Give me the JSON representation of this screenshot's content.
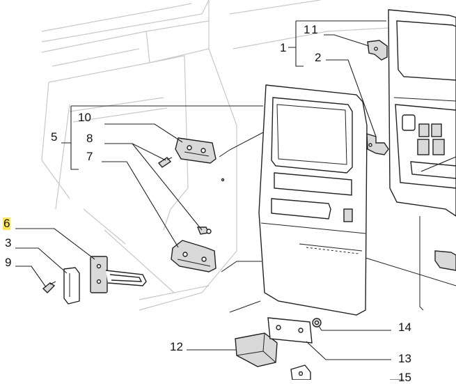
{
  "callouts": {
    "c1": "1",
    "c2": "2",
    "c3": "3",
    "c5": "5",
    "c6": "6",
    "c7": "7",
    "c8": "8",
    "c9": "9",
    "c10": "10",
    "c11": "11",
    "c12": "12",
    "c13": "13",
    "c14": "14",
    "c15": "15"
  },
  "highlight_color": "#ffe94a"
}
